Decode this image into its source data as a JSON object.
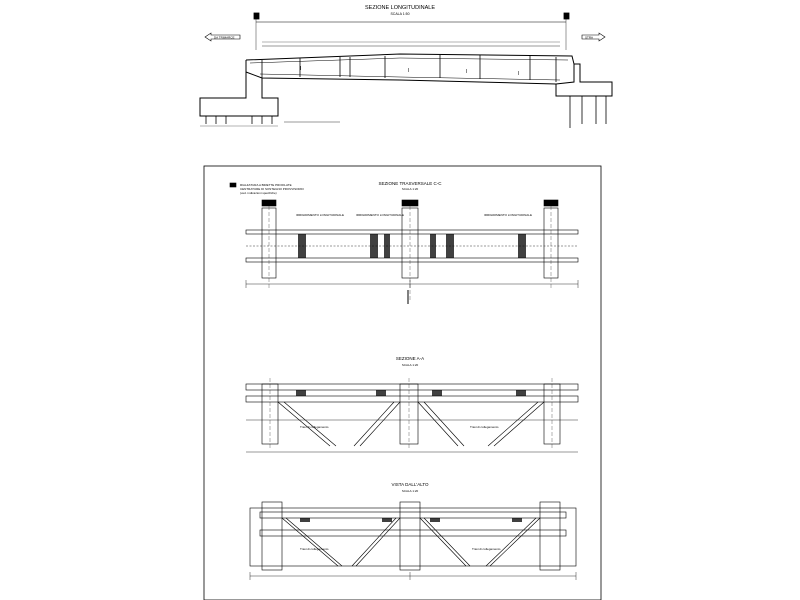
{
  "longitudinal": {
    "title": "SEZIONE LONGITUDINALE",
    "scale": "SCALA 1:50",
    "dir_left": "DA TRIMARCE",
    "dir_right": "STRA"
  },
  "cross_c": {
    "title": "SEZIONE TRASVERSALE C-C",
    "scale": "SCALA 1:20",
    "legend_lines": [
      "RIALZATURA A BIRETTE PROFILATE",
      "CENTRATURE DI SOSTEGNO PROVVISORIO",
      "(ved. indicazioni specifiche)"
    ],
    "label_left": "IRRIGIDIMENTO LONGITUDINALE",
    "label_mid": "IRRIGIDIMENTO LONGITUDINALE",
    "label_right": "IRRIGIDIMENTO LONGITUDINALE"
  },
  "section_a": {
    "title": "SEZIONE A-A",
    "scale": "SCALA 1:20",
    "bracing_left": "Travi di collegamento",
    "bracing_right": "Travi di collegamento"
  },
  "top_view": {
    "title": "VISTA DALL'ALTO",
    "scale": "SCALA 1:20",
    "bracing_left": "Travi di collegamento",
    "bracing_right": "Travi di collegamento"
  }
}
